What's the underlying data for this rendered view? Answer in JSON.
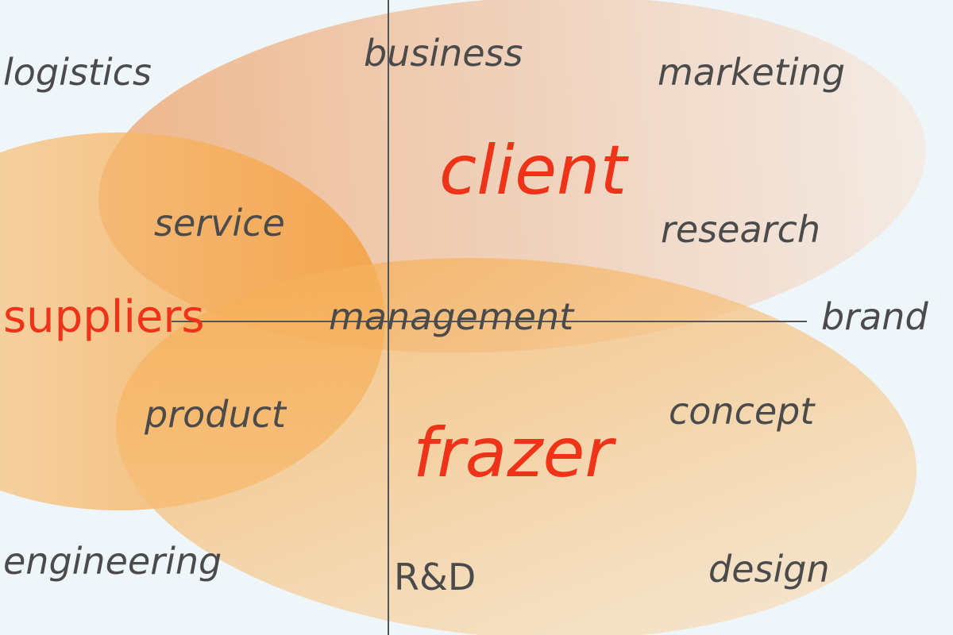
{
  "colors": {
    "background": "#eef6f9",
    "accent": "#ee3318",
    "text": "#4b4b4b",
    "axis": "#555555",
    "orange": "#f5a030",
    "peach": "#f0b888"
  },
  "words": {
    "logistics": "logistics",
    "business": "business",
    "marketing": "marketing",
    "client": "client",
    "service": "service",
    "research": "research",
    "suppliers": "suppliers",
    "management": "management",
    "brand": "brand",
    "product": "product",
    "concept": "concept",
    "frazer": "frazer",
    "engineering": "engineering",
    "rnd": "R&D",
    "design": "design"
  }
}
